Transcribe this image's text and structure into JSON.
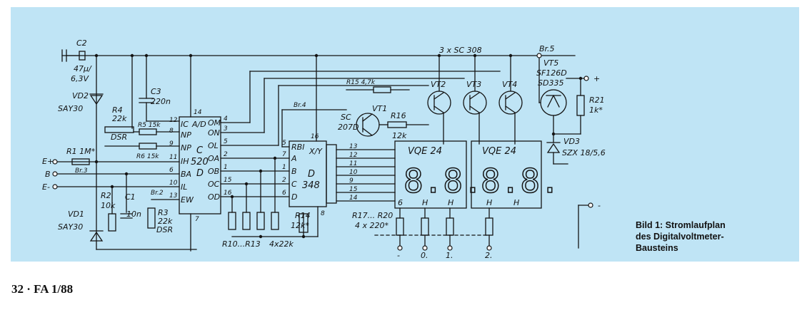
{
  "figure": {
    "caption_lines": [
      "Bild 1: Stromlaufplan",
      "des Digitalvoltmeter-",
      "Bausteins"
    ]
  },
  "footer": {
    "page_text": "32 · FA 1/88"
  },
  "components": {
    "C2": [
      "C2",
      "47µ/",
      "6,3V"
    ],
    "C3": [
      "C3",
      "220n"
    ],
    "VD2": [
      "VD2",
      "SAY30"
    ],
    "VD1": [
      "VD1",
      "SAY30"
    ],
    "VD3": [
      "VD3",
      "SZX 18/5,6"
    ],
    "R4": [
      "R4",
      "22k",
      "DSR"
    ],
    "R5": "R5 15k",
    "R6": "R6 15k",
    "R1": "R1 1M*",
    "R2": [
      "R2",
      "10k"
    ],
    "C1": [
      "C1",
      "10n"
    ],
    "R3": [
      "R3",
      "22k",
      "DSR"
    ],
    "R15": "R15 4,7k",
    "R16": [
      "R16",
      "12k"
    ],
    "R14": [
      "R14",
      "12k*"
    ],
    "R10_13": [
      "R10...R13",
      "4x22k"
    ],
    "R17_20": [
      "R17... R20",
      "4 x 220*"
    ],
    "R21": [
      "R21",
      "1k*"
    ],
    "VT1": [
      "SC",
      "207D",
      "VT1"
    ],
    "VT2": "VT2",
    "VT3": "VT3",
    "VT4": "VT4",
    "VT5": [
      "VT5",
      "SF126D",
      "SD335"
    ],
    "trans_note": "3 x SC 308",
    "Br5": "Br.5",
    "Br4": "Br.4",
    "Br3": "Br.3",
    "Br2": "Br.2"
  },
  "ic_c520": {
    "name": [
      "C",
      "520",
      "D"
    ],
    "left_pins": [
      {
        "num": "12",
        "label": "IC"
      },
      {
        "num": "8",
        "label": "NP"
      },
      {
        "num": "9",
        "label": "NP"
      },
      {
        "num": "11",
        "label": "IH"
      },
      {
        "num": "6",
        "label": "BA"
      },
      {
        "num": "10",
        "label": "IL"
      },
      {
        "num": "13",
        "label": "EW"
      }
    ],
    "top_pin": {
      "num": "14",
      "label": "A/D"
    },
    "bottom_pin": {
      "num": "7"
    },
    "right_pins": [
      {
        "num": "4",
        "label": "OM"
      },
      {
        "num": "3",
        "label": "ON"
      },
      {
        "num": "5",
        "label": "OL"
      },
      {
        "num": "2",
        "label": "OA"
      },
      {
        "num": "1",
        "label": "OB"
      },
      {
        "num": "15",
        "label": "OC"
      },
      {
        "num": "16",
        "label": "OD"
      }
    ]
  },
  "ic_d348": {
    "name": [
      "D",
      "348"
    ],
    "top_pin": {
      "num": "16",
      "label": "X/Y"
    },
    "bottom_pin": {
      "num": "8"
    },
    "left_pins": [
      {
        "num": "5",
        "label": "RBI"
      },
      {
        "num": "7",
        "label": "A"
      },
      {
        "num": "1",
        "label": "B"
      },
      {
        "num": "2",
        "label": "C"
      },
      {
        "num": "6",
        "label": "D"
      }
    ],
    "output_pins": [
      "13",
      "12",
      "11",
      "10",
      "9",
      "15",
      "14"
    ]
  },
  "displays": [
    {
      "name": "VQE 24",
      "digits": "8.8.",
      "pins": [
        "6",
        "H",
        "H"
      ]
    },
    {
      "name": "VQE 24",
      "digits": "8.8.",
      "pins": [
        "H",
        "H"
      ]
    }
  ],
  "terminals": {
    "plus": "+",
    "minus": "-",
    "e_plus": "E+",
    "b": "B",
    "e_minus": "E-",
    "bottom": [
      "-",
      "0.",
      "1.",
      "2."
    ]
  }
}
